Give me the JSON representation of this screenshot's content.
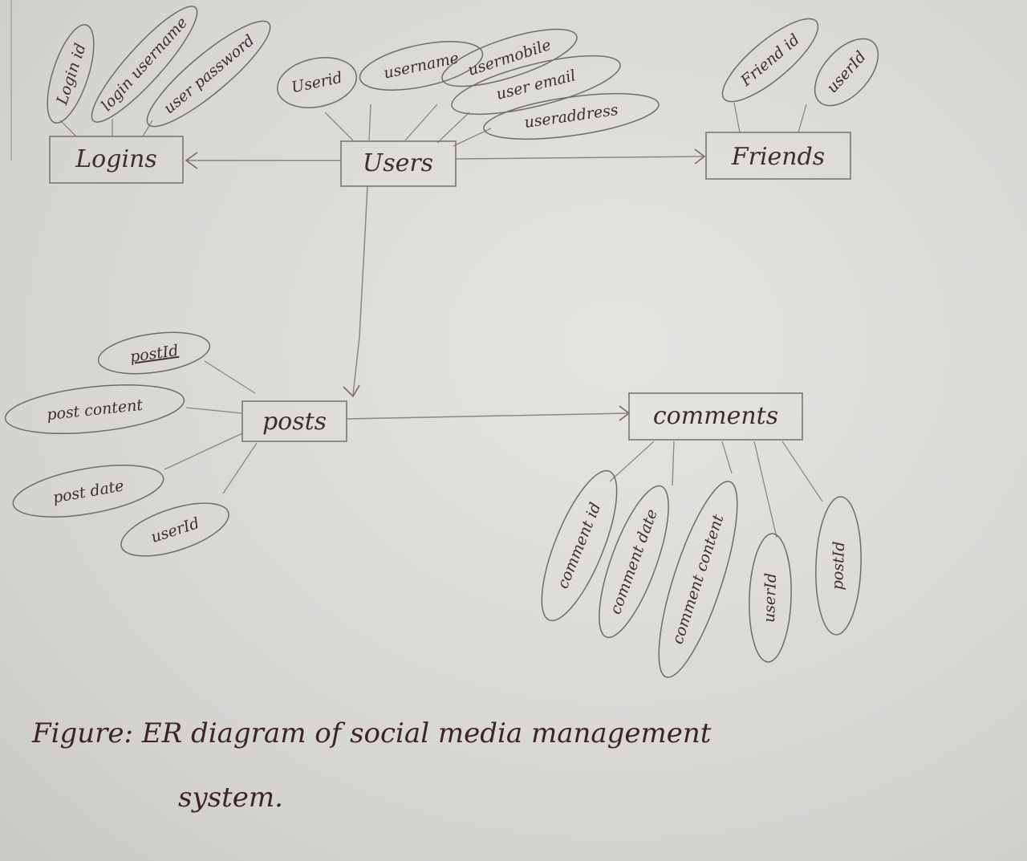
{
  "entities": {
    "logins": "Logins",
    "users": "Users",
    "friends": "Friends",
    "posts": "posts",
    "comments": "comments"
  },
  "attributes": {
    "logins": [
      "Login id",
      "login username",
      "user password"
    ],
    "users": [
      "Userid",
      "username",
      "usermobile",
      "user email",
      "useraddress"
    ],
    "friends": [
      "Friend id",
      "userId"
    ],
    "posts": [
      "postId",
      "post content",
      "post date",
      "userId"
    ],
    "comments": [
      "comment id",
      "comment date",
      "comment content",
      "userId",
      "postId"
    ]
  },
  "caption": {
    "line1": "Figure: ER diagram of social media management",
    "line2": "system."
  },
  "colors": {
    "ink": "#3d2c30",
    "pencil": "#7a7672",
    "paper": "#dcdad7"
  }
}
